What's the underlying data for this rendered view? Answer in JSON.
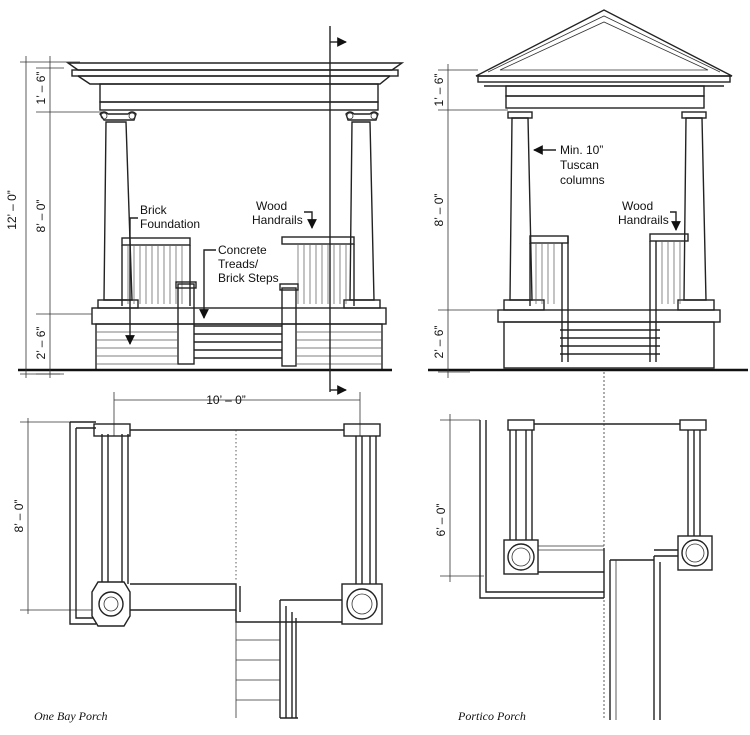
{
  "left_elevation": {
    "dims": {
      "total": "12’ – 0”",
      "entab": "1’ – 6”",
      "shaft": "8’ – 0”",
      "base": "2’ – 6”"
    },
    "labels": {
      "brick_1": "Brick",
      "brick_2": "Foundation",
      "wood_1": "Wood",
      "wood_2": "Handrails",
      "concrete_1": "Concrete",
      "concrete_2": "Treads/",
      "concrete_3": "Brick Steps"
    }
  },
  "right_elevation": {
    "dims": {
      "entab": "1’ – 6”",
      "shaft": "8’ – 0”",
      "base": "2’ – 6”"
    },
    "labels": {
      "min_1": "Min. 10”",
      "min_2": "Tuscan",
      "min_3": "columns",
      "wood_1": "Wood",
      "wood_2": "Handrails"
    }
  },
  "left_plan": {
    "dims": {
      "width": "10’ – 0”",
      "depth": "8’ – 0”"
    },
    "caption": "One Bay Porch"
  },
  "right_plan": {
    "dims": {
      "depth": "6’ – 0”"
    },
    "caption": "Portico Porch"
  }
}
